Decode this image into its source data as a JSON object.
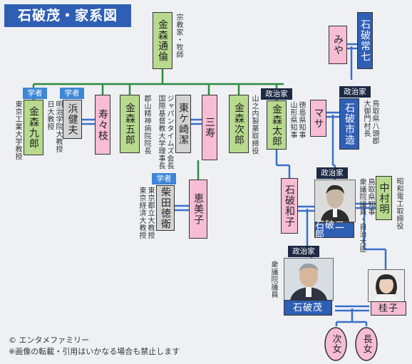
{
  "title": "石破茂・家系図",
  "badges": {
    "scholar": "学者",
    "politician": "政治家"
  },
  "people": {
    "kanamori_tsuneji": {
      "name": "金森通倫",
      "note": "宗教家・牧師"
    },
    "kanamori_kuro": {
      "name": "金森九郎",
      "note": "東京工業大学教授"
    },
    "hama_takeo": {
      "name": "浜健夫",
      "note": "明治学院大教授\n日大教授"
    },
    "jujueda": {
      "name": "寿々枝"
    },
    "kanamori_goro": {
      "name": "金森五郎",
      "note": "郡山精神病院院長"
    },
    "higashi_kesaki_kiyoshi": {
      "name": "東ケ崎潔",
      "note": "ジャパンタイムズ会長\n国際基督教大学理事長"
    },
    "mitsu": {
      "name": "三寿"
    },
    "kanamori_jiro": {
      "name": "金森次郎",
      "note": "山之内製薬取締役"
    },
    "kanamori_taro": {
      "name": "金森太郎",
      "note": "徳島県知事\n山形県知事"
    },
    "shibata_tokue": {
      "name": "柴田徳衛",
      "note": "東京都立大教授\n東京経済大教授"
    },
    "emiko": {
      "name": "恵美子"
    },
    "miya": {
      "name": "みや"
    },
    "ishiba_tsunehichi": {
      "name": "石破常七",
      "note": "鳥取県八頭郡\n大御門村長"
    },
    "masa": {
      "name": "マサ"
    },
    "ishiba_ichizo": {
      "name": "石破市造"
    },
    "ishiba_kazuko": {
      "name": "石破和子"
    },
    "ishiba_jiro": {
      "name": "石破二郎",
      "note": "鳥取県知事\n衆議院議員・自治大臣"
    },
    "nakamura_akira": {
      "name": "中村明",
      "note": "昭和電工取締役"
    },
    "ishiba_shigeru": {
      "name": "石破茂",
      "note": "衆議院議員"
    },
    "keiko": {
      "name": "桂子"
    },
    "jijo": {
      "name": "次女"
    },
    "chojo": {
      "name": "長女"
    }
  },
  "footer": {
    "copyright": "© エンタメファミリー",
    "notice": "※画像の転載・引用はいかなる場合も禁止します"
  }
}
